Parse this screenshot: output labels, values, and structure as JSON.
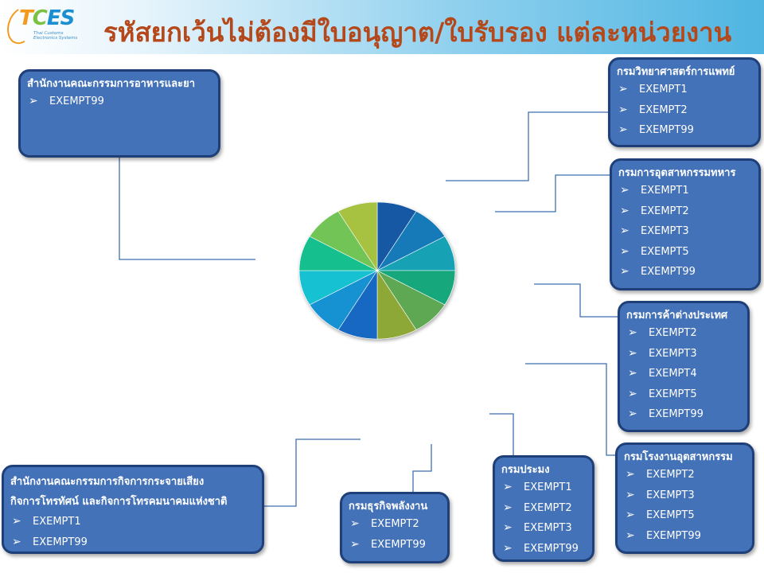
{
  "header": {
    "logo_text_t": "T",
    "logo_text_c": "C",
    "logo_text_es": "ES",
    "logo_sub1": "Thai Customs",
    "logo_sub2": "Electronics Systems",
    "title": "รหัสยกเว้นไม่ต้องมีใบอนุญาต/ใบรับรอง แต่ละหน่วยงาน"
  },
  "bullet_icon": "arrowhead-bullet-icon",
  "colors": {
    "box_fill": "#4472b8",
    "box_border": "#1f3f78",
    "title": "#b5481a",
    "connector": "#3f6fb0"
  },
  "boxes": {
    "fda": {
      "title": "สำนักงานคณะกรรมการอาหารและยา",
      "items": [
        "EXEMPT99"
      ]
    },
    "dmsc": {
      "title": "กรมวิทยาศาสตร์การแพทย์",
      "items": [
        "EXEMPT1",
        "EXEMPT2",
        "EXEMPT99"
      ]
    },
    "defense_industry": {
      "title": "กรมการอุตสาหกรรมทหาร",
      "items": [
        "EXEMPT1",
        "EXEMPT2",
        "EXEMPT3",
        "EXEMPT5",
        "EXEMPT99"
      ]
    },
    "foreign_trade": {
      "title": "กรมการค้าต่างประเทศ",
      "items": [
        "EXEMPT2",
        "EXEMPT3",
        "EXEMPT4",
        "EXEMPT5",
        "EXEMPT99"
      ]
    },
    "factory": {
      "title": "กรมโรงงานอุตสาหกรรม",
      "items": [
        "EXEMPT2",
        "EXEMPT3",
        "EXEMPT5",
        "EXEMPT99"
      ]
    },
    "fisheries": {
      "title": "กรมประมง",
      "items": [
        "EXEMPT1",
        "EXEMPT2",
        "EXEMPT3",
        "EXEMPT99"
      ]
    },
    "energy_business": {
      "title": "กรมธุรกิจพลังงาน",
      "items": [
        "EXEMPT2",
        "EXEMPT99"
      ]
    },
    "nbtc": {
      "title_line1": "สำนักงานคณะกรรมการกิจการกระจายเสียง",
      "title_line2": "กิจการโทรทัศน์ และกิจการโทรคมนาคมแห่งชาติ",
      "items": [
        "EXEMPT1",
        "EXEMPT99"
      ]
    }
  },
  "pie_colors": [
    "#1458a4",
    "#1479b8",
    "#12a2b4",
    "#14a87c",
    "#5ea852",
    "#8ea838",
    "#1568c2",
    "#1692d2",
    "#14c2d2",
    "#14c08e",
    "#72c456",
    "#a6c240"
  ]
}
